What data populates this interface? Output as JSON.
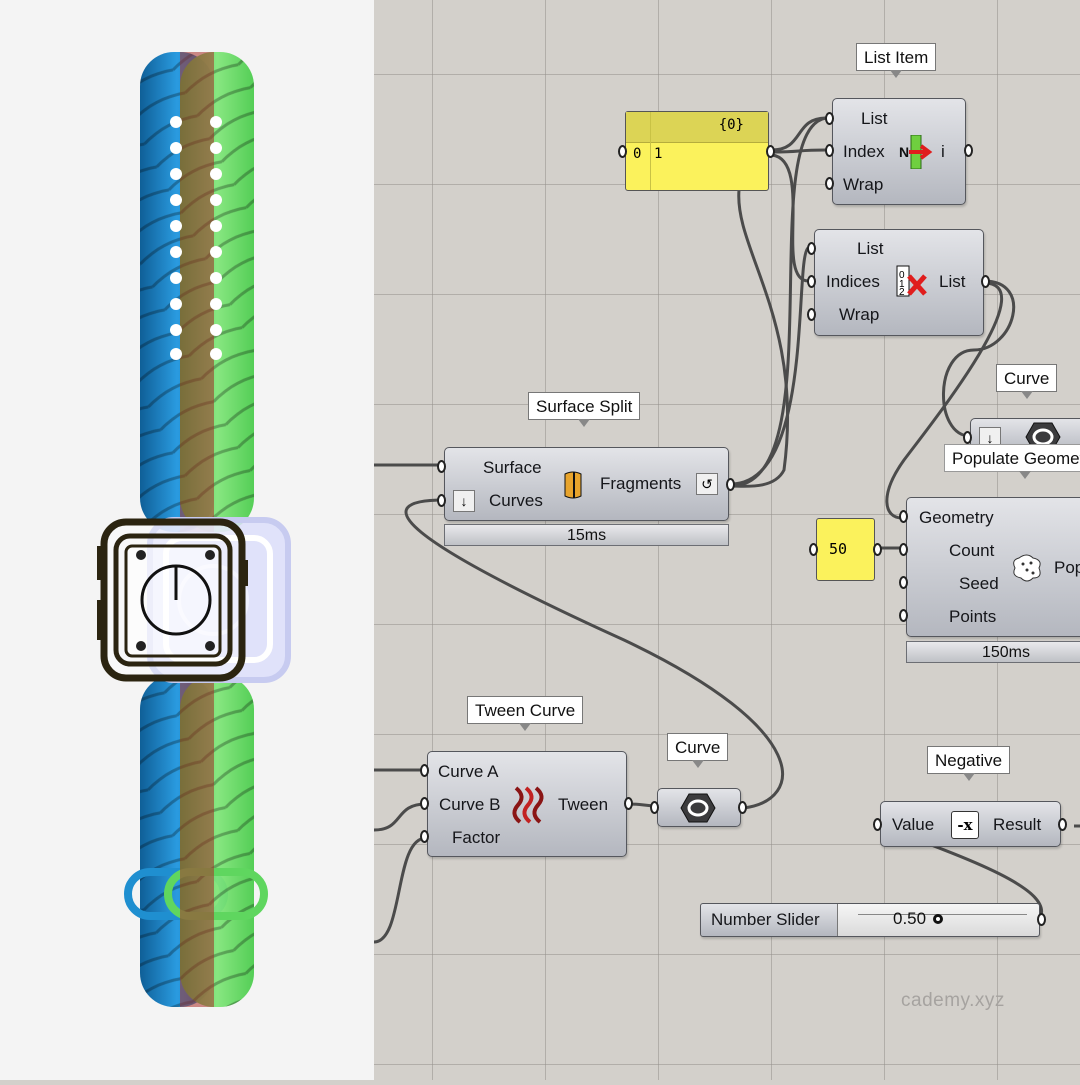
{
  "canvas": {
    "watermark": "cademy.xyz"
  },
  "components": {
    "list_item": {
      "title": "List Item",
      "inputs": [
        "List",
        "Index",
        "Wrap"
      ],
      "output": "i",
      "icon": "list-item-icon"
    },
    "cull_index": {
      "inputs": [
        "List",
        "Indices",
        "Wrap"
      ],
      "output": "List",
      "icon": "cull-index-icon"
    },
    "panel": {
      "header": "{0}",
      "row_index": "0",
      "row_value": "1"
    },
    "surface_split": {
      "title": "Surface Split",
      "inputs": [
        "Surface",
        "Curves"
      ],
      "output": "Fragments",
      "time": "15ms",
      "icon": "surface-split-icon"
    },
    "curve_top": {
      "title": "Curve",
      "overlap_label": "Populate Geometry",
      "icon": "curve-param-icon"
    },
    "populate": {
      "inputs": [
        "Geometry",
        "Count",
        "Seed",
        "Points"
      ],
      "output": "Pop",
      "time": "150ms",
      "icon": "populate-icon"
    },
    "count_value": {
      "value": "50"
    },
    "tween_curve": {
      "title": "Tween Curve",
      "inputs": [
        "Curve A",
        "Curve B",
        "Factor"
      ],
      "output": "Tween",
      "icon": "tween-curve-icon"
    },
    "curve_bottom": {
      "title": "Curve",
      "icon": "curve-param-icon"
    },
    "negative": {
      "title": "Negative",
      "input": "Value",
      "output": "Result",
      "icon": "negative-icon"
    },
    "number_slider": {
      "label": "Number Slider",
      "value": "0.50"
    }
  },
  "colors": {
    "canvas_bg": "#d3d0cb",
    "panel_yellow": "#fbf25c",
    "watch_blue": "#1f8fd0",
    "watch_green": "#5fd65f",
    "watch_red_overlay": "#c0392b"
  }
}
